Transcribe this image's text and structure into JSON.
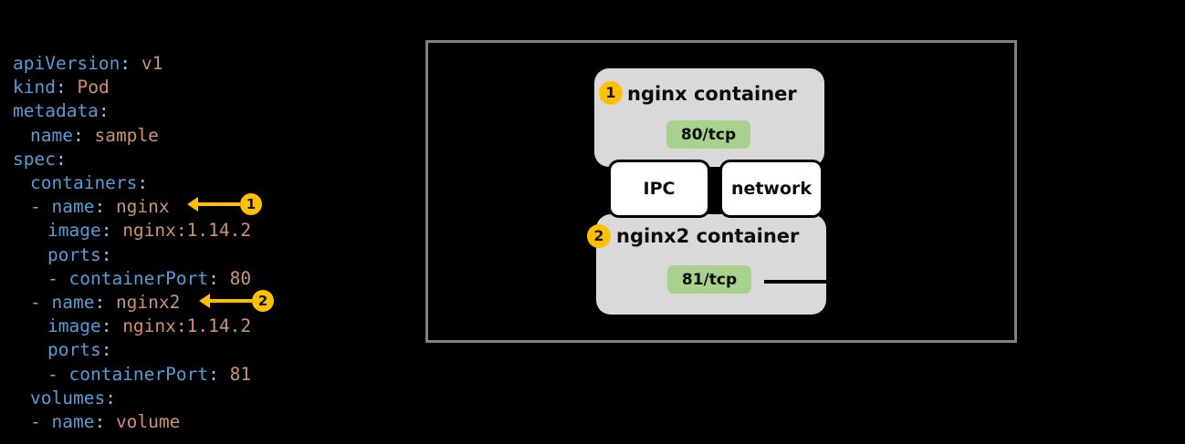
{
  "background_color": "#000000",
  "yaml": {
    "language": "yaml",
    "key_color": "#569CD6",
    "value_color": "#CE9178",
    "lines": [
      {
        "indent": 0,
        "dash": false,
        "key": "apiVersion",
        "value": "v1"
      },
      {
        "indent": 0,
        "dash": false,
        "key": "kind",
        "value": "Pod"
      },
      {
        "indent": 0,
        "dash": false,
        "key": "metadata",
        "value": ""
      },
      {
        "indent": 1,
        "dash": false,
        "key": "name",
        "value": "sample"
      },
      {
        "indent": 0,
        "dash": false,
        "key": "spec",
        "value": ""
      },
      {
        "indent": 1,
        "dash": false,
        "key": "containers",
        "value": ""
      },
      {
        "indent": 1,
        "dash": true,
        "key": "name",
        "value": "nginx"
      },
      {
        "indent": 2,
        "dash": false,
        "key": "image",
        "value": "nginx:1.14.2"
      },
      {
        "indent": 2,
        "dash": false,
        "key": "ports",
        "value": ""
      },
      {
        "indent": 2,
        "dash": true,
        "key": "containerPort",
        "value": "80"
      },
      {
        "indent": 1,
        "dash": true,
        "key": "name",
        "value": "nginx2"
      },
      {
        "indent": 2,
        "dash": false,
        "key": "image",
        "value": "nginx:1.14.2"
      },
      {
        "indent": 2,
        "dash": false,
        "key": "ports",
        "value": ""
      },
      {
        "indent": 2,
        "dash": true,
        "key": "containerPort",
        "value": "81"
      },
      {
        "indent": 1,
        "dash": false,
        "key": "volumes",
        "value": ""
      },
      {
        "indent": 1,
        "dash": true,
        "key": "name",
        "value": "volume"
      }
    ],
    "callouts": [
      {
        "number": "1",
        "targets": "nginx"
      },
      {
        "number": "2",
        "targets": "nginx2"
      }
    ],
    "callout_color": "#FFC000"
  },
  "diagram": {
    "frame_border_color": "#808080",
    "container_fill": "#D9D9D9",
    "port_chip_color": "#A9D18E",
    "badge_color": "#FFC000",
    "containers": [
      {
        "badge": "1",
        "title": "nginx  container",
        "port": "80/tcp",
        "arrow_direction": "left"
      },
      {
        "badge": "2",
        "title": "nginx2  container",
        "port": "81/tcp",
        "arrow_direction": "right"
      }
    ],
    "shared_namespaces": [
      {
        "label": "IPC"
      },
      {
        "label": "network"
      }
    ]
  }
}
